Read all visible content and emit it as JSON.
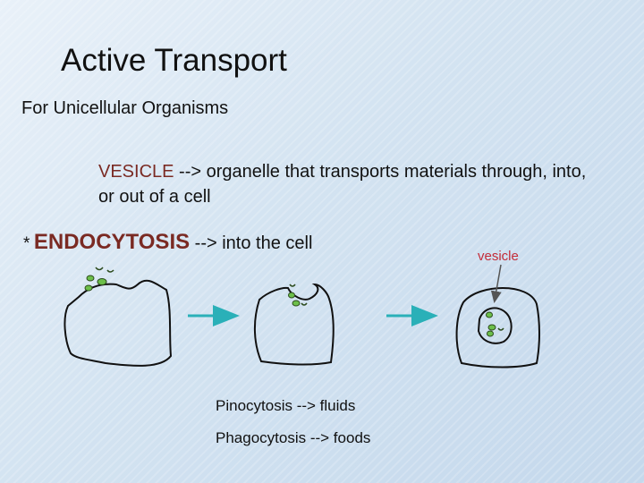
{
  "slide": {
    "title": "Active Transport",
    "subtitle": "For Unicellular Organisms"
  },
  "vesicle_definition": {
    "term": "VESICLE",
    "definition": "  --> organelle that transports materials through, into, or out of a cell"
  },
  "endocytosis": {
    "bullet": "*",
    "term": "ENDOCYTOSIS",
    "description": " -->  into the cell"
  },
  "diagram": {
    "vesicle_label": "vesicle",
    "arrow_color": "#2ab0b8",
    "particle_color": "#6cbf4a",
    "label_color": "#c42c38"
  },
  "captions": {
    "pinocytosis": "Pinocytosis --> fluids",
    "phagocytosis": "Phagocytosis -->  foods"
  }
}
